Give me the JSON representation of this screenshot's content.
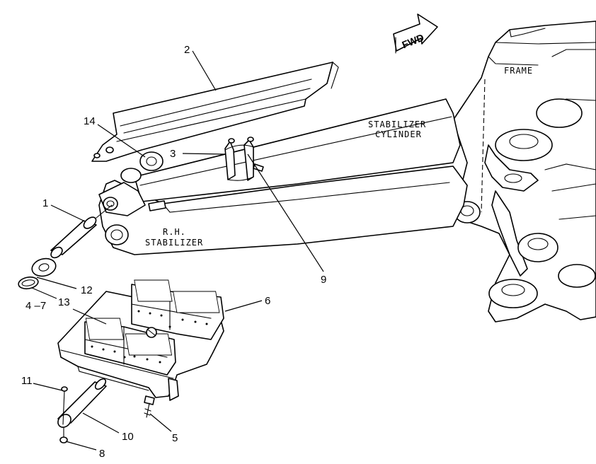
{
  "labels": {
    "frame": "FRAME",
    "stabilizer_cylinder_line1": "STABILIZER",
    "stabilizer_cylinder_line2": "CYLINDER",
    "rh_stabilizer_line1": "R.H.",
    "rh_stabilizer_line2": "STABILIZER",
    "fwd": "FWD"
  },
  "callouts": {
    "c1": "1",
    "c2": "2",
    "c3": "3",
    "c4_7": "4 –7",
    "c5": "5",
    "c6": "6",
    "c8": "8",
    "c9": "9",
    "c10": "10",
    "c11": "11",
    "c12": "12",
    "c13": "13",
    "c14": "14"
  }
}
